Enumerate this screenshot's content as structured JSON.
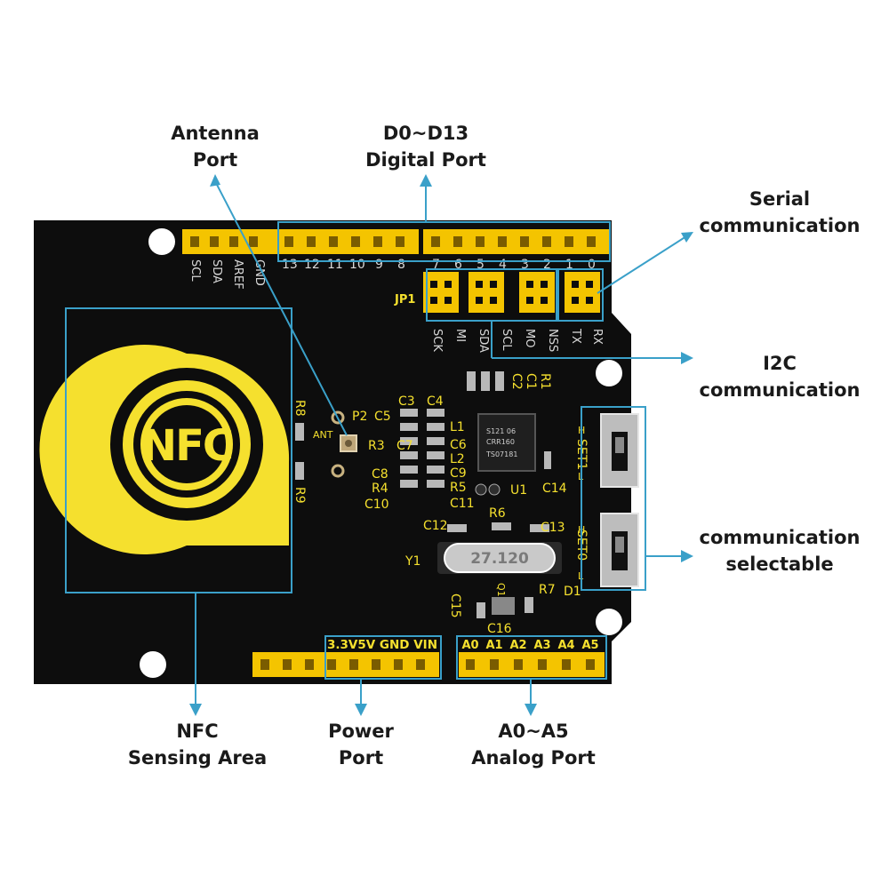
{
  "callouts": {
    "antenna": {
      "line1": "Antenna",
      "line2": "Port"
    },
    "digital": {
      "line1": "D0~D13",
      "line2": "Digital Port"
    },
    "serial": {
      "line1": "Serial",
      "line2": "communication"
    },
    "i2c": {
      "line1": "I2C",
      "line2": "communication"
    },
    "selectable": {
      "line1": "communication",
      "line2": "selectable"
    },
    "nfc": {
      "line1": "NFC",
      "line2": "Sensing Area"
    },
    "power": {
      "line1": "Power",
      "line2": "Port"
    },
    "analog": {
      "line1": "A0~A5",
      "line2": "Analog Port"
    }
  },
  "board": {
    "nfc_logo": "NFC",
    "pin_labels_top_left": [
      "SCL",
      "SDA",
      "AREF",
      "GND"
    ],
    "pin_numbers_top_mid": [
      "13",
      "12",
      "11",
      "10",
      "9",
      "8"
    ],
    "pin_numbers_top_right": [
      "7",
      "6",
      "5",
      "4",
      "3",
      "2",
      "1",
      "0"
    ],
    "jumper_label": "JP1",
    "jumper_signals": [
      "SCK",
      "MI",
      "SDA",
      "SCL",
      "MO",
      "NSS",
      "TX",
      "RX"
    ],
    "component_labels": [
      "C2",
      "C1",
      "R1",
      "C3",
      "C4",
      "R8",
      "P2",
      "C5",
      "ANT",
      "L1",
      "C6",
      "R3",
      "C7",
      "L2",
      "C8",
      "C9",
      "R4",
      "R5",
      "R9",
      "C10",
      "C11",
      "U1",
      "C14",
      "SET1",
      "C12",
      "R6",
      "C13",
      "Y1",
      "SET0",
      "R7",
      "D1",
      "Q1",
      "C15",
      "C16"
    ],
    "chip_text": [
      "S121 06",
      "CRR160",
      "TS07181"
    ],
    "crystal_text": "27.120",
    "switch_marks": [
      "H",
      "L",
      "H",
      "L"
    ],
    "power_header": "3.3V5V GND VIN",
    "analog_pins": [
      "A0",
      "A1",
      "A2",
      "A3",
      "A4",
      "A5"
    ]
  },
  "colors": {
    "board": "#0d0d0d",
    "header": "#f4c400",
    "nfc_yellow": "#f5e02e",
    "callout_line": "#3aa0c9",
    "silkscreen": "#f2f2f2"
  }
}
